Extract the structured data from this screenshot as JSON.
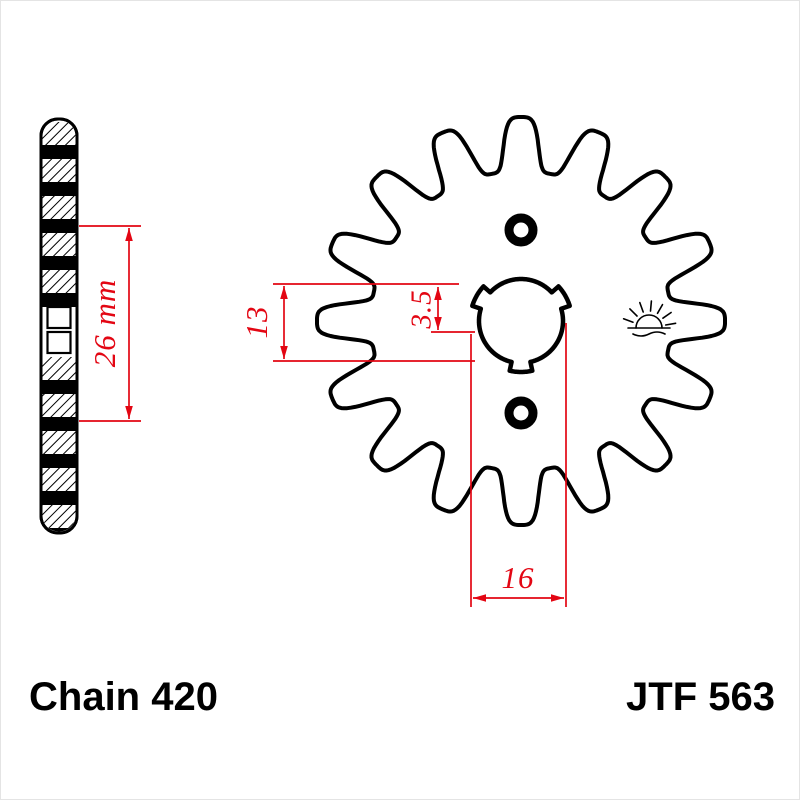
{
  "sprocket": {
    "teeth": 16,
    "spline_notches": 3,
    "mount_holes": 2
  },
  "dimensions": {
    "width": "26 mm",
    "inner": "13",
    "spline_depth": "3.5",
    "bore": "16"
  },
  "labels": {
    "chain": "Chain 420",
    "model": "JTF 563"
  },
  "colors": {
    "dimension_red": "#e30613",
    "line_black": "#000000",
    "background": "#ffffff"
  },
  "icons": {
    "logo": "rising-sun-logo"
  }
}
